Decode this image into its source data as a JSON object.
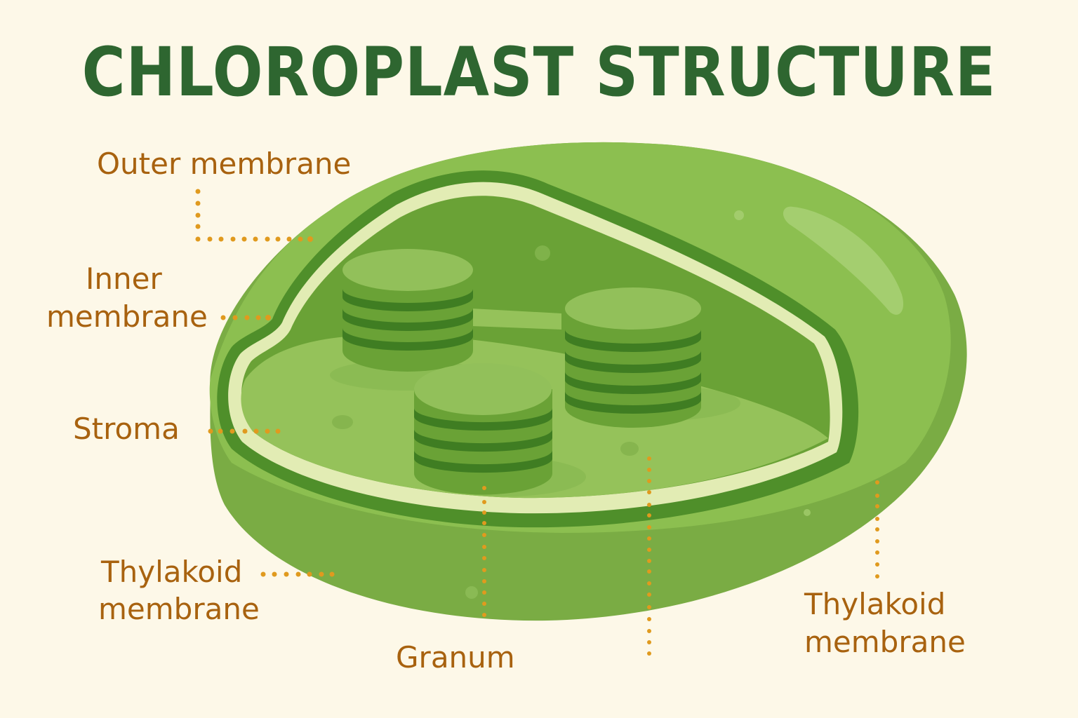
{
  "title": "CHLOROPLAST STRUCTURE",
  "labels": {
    "outer_membrane": "Outer membrane",
    "inner_membrane_1": "Inner",
    "inner_membrane_2": "membrane",
    "stroma": "Stroma",
    "thylakoid_left_1": "Thylakoid",
    "thylakoid_left_2": "membrane",
    "granum": "Granum",
    "thylakoid_right_1": "Thylakoid",
    "thylakoid_right_2": "membrane"
  },
  "colors": {
    "background": "#fdf8e8",
    "title": "#2e6630",
    "label_text": "#a8620f",
    "leader_dots": "#e09a1e",
    "outer_green": "#8cbf50",
    "body_green": "#7aac44",
    "dark_green": "#4f8f2a",
    "inner_cavity": "#6aa236",
    "stroma_floor": "#95c25a",
    "membrane_pale": "#e2ecb4",
    "granum_band": "#3f7d22"
  }
}
